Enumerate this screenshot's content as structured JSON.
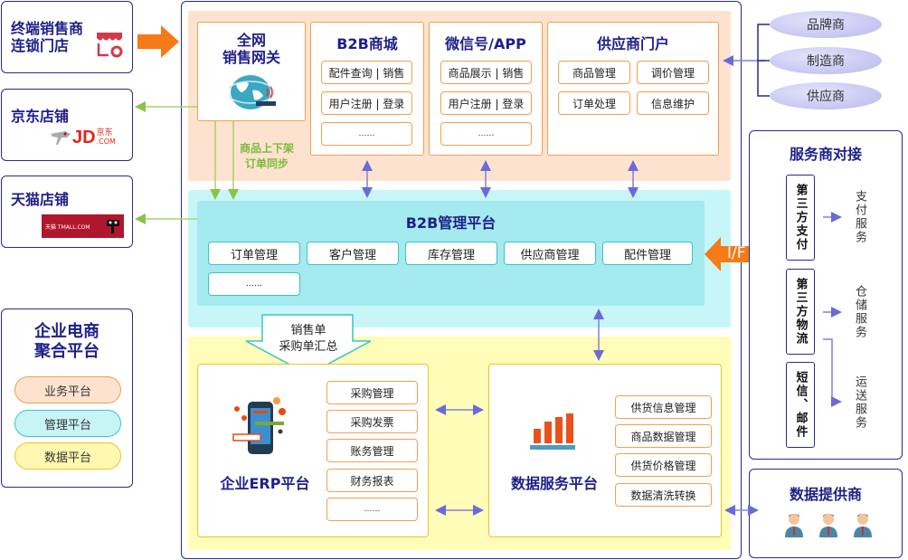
{
  "left": {
    "retail": {
      "title_line1": "终端销售商",
      "title_line2": "连锁门店",
      "icon": "storefront-icon"
    },
    "jd": {
      "title": "京东店铺",
      "logo_text": "JD",
      "logo_sub": "京东",
      "logo_dom": ".COM"
    },
    "tmall": {
      "title": "天猫店铺",
      "logo_text": "天猫 TMALL.COM"
    },
    "legend": {
      "title_line1": "企业电商",
      "title_line2": "聚合平台",
      "items": [
        {
          "label": "业务平台",
          "color": "#fde3cf",
          "border": "#f0a050"
        },
        {
          "label": "管理平台",
          "color": "#c8f4f6",
          "border": "#38c4c8"
        },
        {
          "label": "数据平台",
          "color": "#fff8b0",
          "border": "#f5c028"
        }
      ]
    }
  },
  "business": {
    "gateway": {
      "title_line1": "全网",
      "title_line2": "销售网关",
      "icon": "globe-icon"
    },
    "sync_label_line1": "商品上下架",
    "sync_label_line2": "订单同步",
    "b2b_mall": {
      "title": "B2B商城",
      "items": [
        "配件查询 | 销售",
        "用户注册 | 登录",
        "……"
      ]
    },
    "wechat": {
      "title": "微信号/APP",
      "items": [
        "商品展示 | 销售",
        "用户注册 | 登录",
        "……"
      ]
    },
    "supplier_portal": {
      "title": "供应商门户",
      "items": [
        "商品管理",
        "调价管理",
        "订单处理",
        "信息维护"
      ]
    }
  },
  "suppliers": [
    "品牌商",
    "制造商",
    "供应商"
  ],
  "management": {
    "title": "B2B管理平台",
    "items": [
      "订单管理",
      "客户管理",
      "库存管理",
      "供应商管理",
      "配件管理",
      "……"
    ],
    "interface_label": "I/F"
  },
  "summary_arrow": {
    "line1": "销售单",
    "line2": "采购单汇总"
  },
  "data": {
    "erp": {
      "title": "企业ERP平台",
      "icon": "mobile-app-icon",
      "items": [
        "采购管理",
        "采购发票",
        "账务管理",
        "财务报表",
        "……"
      ]
    },
    "data_service": {
      "title": "数据服务平台",
      "icon": "bar-chart-icon",
      "items": [
        "供货信息管理",
        "商品数据管理",
        "供货价格管理",
        "数据清洗转换"
      ]
    }
  },
  "service_providers": {
    "title": "服务商对接",
    "boxes": [
      "第三方支付",
      "第三方物流",
      "短信、邮件"
    ],
    "services": [
      "支付服务",
      "仓储服务",
      "运送服务"
    ]
  },
  "data_providers": {
    "title": "数据提供商",
    "person_count": 3
  }
}
